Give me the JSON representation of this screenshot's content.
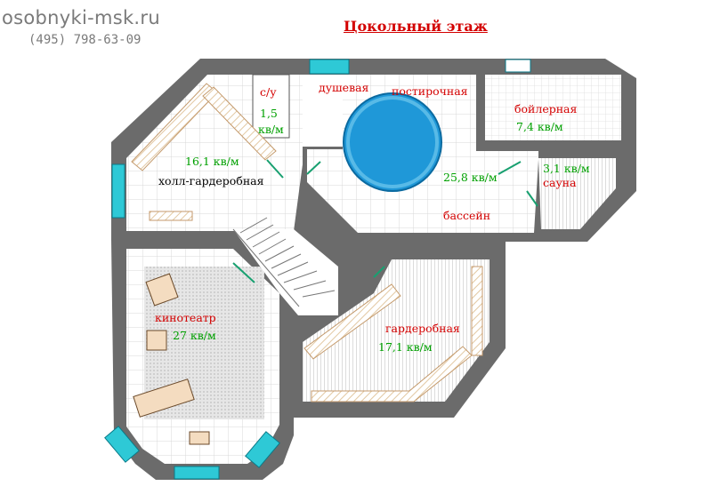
{
  "header": {
    "site": "osobnyki-msk.ru",
    "phone": "(495)  798-63-09",
    "title": "Цокольный этаж"
  },
  "rooms": {
    "toilet": {
      "name": "с/у",
      "area": "1,5",
      "unit": "кв/м"
    },
    "shower": {
      "name": "душевая"
    },
    "laundry": {
      "name": "постирочная"
    },
    "boiler": {
      "name": "бойлерная",
      "area": "7,4 кв/м"
    },
    "hall": {
      "name": "холл-гардеробная",
      "area": "16,1 кв/м"
    },
    "pool": {
      "name": "бассейн",
      "area": "25,8 кв/м"
    },
    "sauna": {
      "name": "сауна",
      "area": "3,1 кв/м"
    },
    "cinema": {
      "name": "кинотеатр",
      "area": "27 кв/м"
    },
    "wardrobe": {
      "name": "гардеробная",
      "area": "17,1 кв/м"
    }
  },
  "colors": {
    "wall": "#6b6b6b",
    "window": "#2ec9d6",
    "pool_water": "#1f98d8",
    "room_label": "#d40000",
    "area_label": "#00a000",
    "title": "#d30000"
  }
}
